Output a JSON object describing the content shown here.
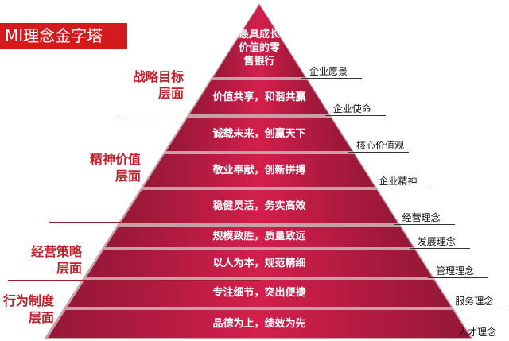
{
  "title": "MI理念金字塔",
  "levels": [
    {
      "label": "战略目标\n层面"
    },
    {
      "label": "精神价值\n层面"
    },
    {
      "label": "经营策略\n层面"
    },
    {
      "label": "行为制度\n层面"
    }
  ],
  "layers": [
    {
      "text": "最具成长\n价值的零\n售银行",
      "concept": "企业愿景"
    },
    {
      "text": "价值共享，和谐共赢",
      "concept": "企业使命"
    },
    {
      "text": "诚载未来，创赢天下",
      "concept": "核心价值观"
    },
    {
      "text": "敬业奉献，创新拼搏",
      "concept": "企业精神"
    },
    {
      "text": "稳健灵活，务实高效",
      "concept": "经营理念"
    },
    {
      "text": "规模致胜，质量致远",
      "concept": "发展理念"
    },
    {
      "text": "以人为本，规范精细",
      "concept": "管理理念"
    },
    {
      "text": "专注细节，突出便捷",
      "concept": "服务理念"
    },
    {
      "text": "品德为上，绩效为先",
      "concept": "人才理念"
    }
  ],
  "colors": {
    "title_bg": "#d41a1f",
    "level_text": "#c0202b",
    "layer_light": "#d31f4c",
    "layer_dark": "#951737",
    "edge": "#c7a0a8"
  }
}
